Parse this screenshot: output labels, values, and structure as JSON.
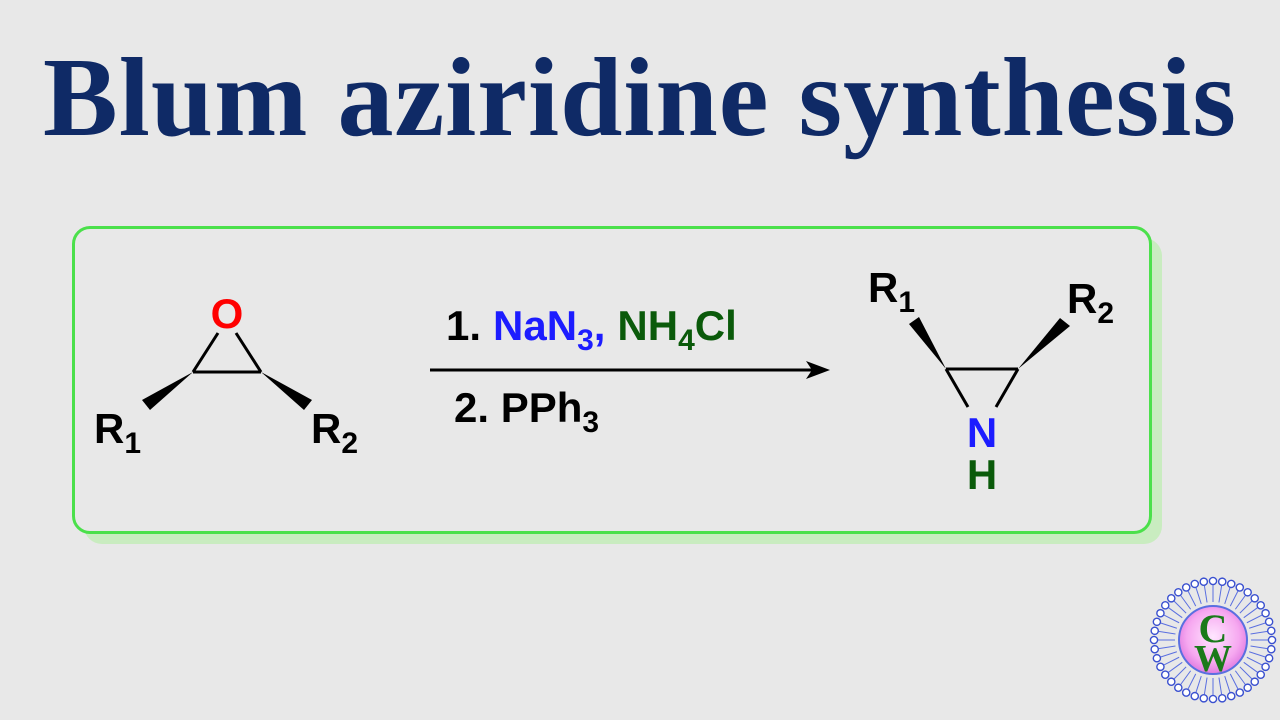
{
  "title": "Blum aziridine synthesis",
  "reactant": {
    "oxygen": "O",
    "r1": "R",
    "r1_sub": "1",
    "r2": "R",
    "r2_sub": "2"
  },
  "reagents": {
    "step1_number": "1.",
    "step1_reagent_a": "NaN",
    "step1_reagent_a_sub": "3",
    "step1_sep": ",",
    "step1_reagent_b": "NH",
    "step1_reagent_b_sub": "4",
    "step1_reagent_b_tail": "Cl",
    "step2": "2. PPh",
    "step2_sub": "3"
  },
  "product": {
    "r1": "R",
    "r1_sub": "1",
    "r2": "R",
    "r2_sub": "2",
    "nitrogen": "N",
    "hydrogen": "H"
  },
  "logo": {
    "letter_top": "C",
    "letter_bottom": "W"
  },
  "colors": {
    "title": "#0f2a66",
    "oxygen": "#ff0000",
    "nitrogen": "#1c1cff",
    "reagent_blue": "#1c1cff",
    "reagent_green": "#0a5a0a",
    "panel_border": "#4be04b",
    "bond": "#000000"
  }
}
